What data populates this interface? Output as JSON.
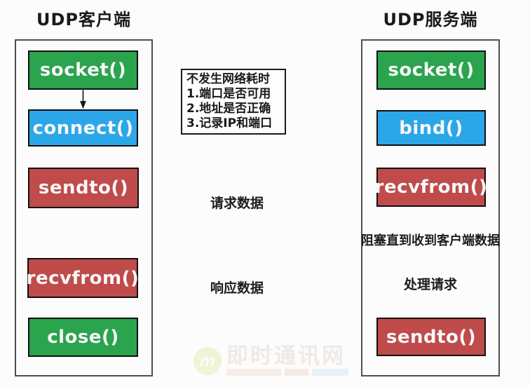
{
  "diagram": {
    "client": {
      "title": "UDP客户端",
      "boxes": [
        {
          "name": "socket",
          "label": "socket()",
          "color": "green"
        },
        {
          "name": "connect",
          "label": "connect()",
          "color": "blue"
        },
        {
          "name": "sendto",
          "label": "sendto()",
          "color": "red"
        },
        {
          "name": "recvfrom",
          "label": "recvfrom()",
          "color": "red"
        },
        {
          "name": "close",
          "label": "close()",
          "color": "green"
        }
      ]
    },
    "server": {
      "title": "UDP服务端",
      "boxes": [
        {
          "name": "socket",
          "label": "socket()",
          "color": "green"
        },
        {
          "name": "bind",
          "label": "bind()",
          "color": "blue"
        },
        {
          "name": "recvfrom",
          "label": "recvfrom()",
          "color": "red"
        },
        {
          "name": "sendto",
          "label": "sendto()",
          "color": "red"
        }
      ],
      "blocking_note": "阻塞直到收到客户端数据",
      "process_note": "处理请求"
    },
    "annotation": {
      "lines": [
        "不发生网络耗时",
        "1.端口是否可用",
        "2.地址是否正确",
        "3.记录IP和端口"
      ]
    },
    "flow_labels": {
      "request": "请求数据",
      "response": "响应数据"
    },
    "watermark": {
      "logo_letter": "m",
      "text": "即时通讯网"
    },
    "colors": {
      "green": "#2aa44d",
      "blue": "#2ba7e9",
      "red": "#c04b4b"
    }
  }
}
